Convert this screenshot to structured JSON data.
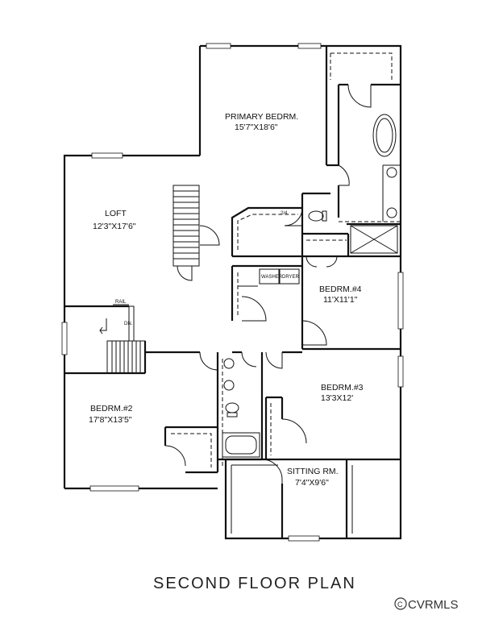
{
  "rooms": {
    "primary_bedroom": {
      "name": "PRIMARY BEDRM.",
      "size": "15'7\"X18'6\""
    },
    "loft": {
      "name": "LOFT",
      "size": "12'3\"X17'6\""
    },
    "bedroom4": {
      "name": "BEDRM.#4",
      "size": "11'X11'1\""
    },
    "bedroom3": {
      "name": "BEDRM.#3",
      "size": "13'3X12'"
    },
    "bedroom2": {
      "name": "BEDRM.#2",
      "size": "17'8\"X13'5\""
    },
    "sitting_room": {
      "name": "SITTING RM.",
      "size": "7'4\"X9'6\""
    }
  },
  "appliances": {
    "washer": "WASHER",
    "dryer": "DRYER"
  },
  "marks": {
    "door_24": "2/4",
    "stair_rail": "RAIL",
    "stair_down": "DN."
  },
  "title": "SECOND FLOOR PLAN",
  "watermark": "CVRMLS"
}
